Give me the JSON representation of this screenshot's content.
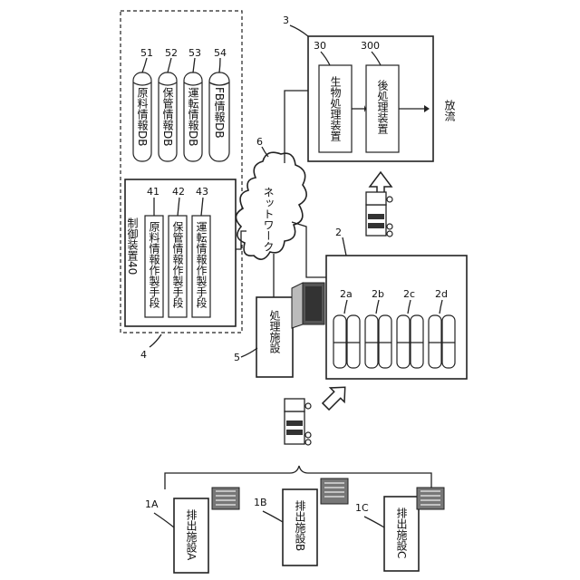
{
  "control_unit": {
    "label": "制御装置40",
    "ref": "4",
    "handlers": [
      {
        "label": "原料情報作製手段",
        "num": "41"
      },
      {
        "label": "保管情報作製手段",
        "num": "42"
      },
      {
        "label": "運転情報作製手段",
        "num": "43"
      }
    ],
    "databases": [
      {
        "label": "原料情報DB",
        "num": "51"
      },
      {
        "label": "保管情報DB",
        "num": "52"
      },
      {
        "label": "運転情報DB",
        "num": "53"
      },
      {
        "label": "FB情報DB",
        "num": "54"
      }
    ]
  },
  "network": {
    "label": "ネットワーク",
    "num": "6"
  },
  "plant": {
    "num": "3",
    "bio": {
      "label": "生物処理装置",
      "num": "30"
    },
    "post": {
      "label": "後処理装置",
      "num": "300"
    },
    "discharge": "放流"
  },
  "storage": {
    "num": "2",
    "tanks": [
      "2a",
      "2b",
      "2c",
      "2d"
    ]
  },
  "processing_facility": {
    "label": "処理施設",
    "num": "5"
  },
  "emitters": [
    {
      "label": "排出施設A",
      "num": "1A"
    },
    {
      "label": "排出施設B",
      "num": "1B"
    },
    {
      "label": "排出施設C",
      "num": "1C"
    }
  ]
}
